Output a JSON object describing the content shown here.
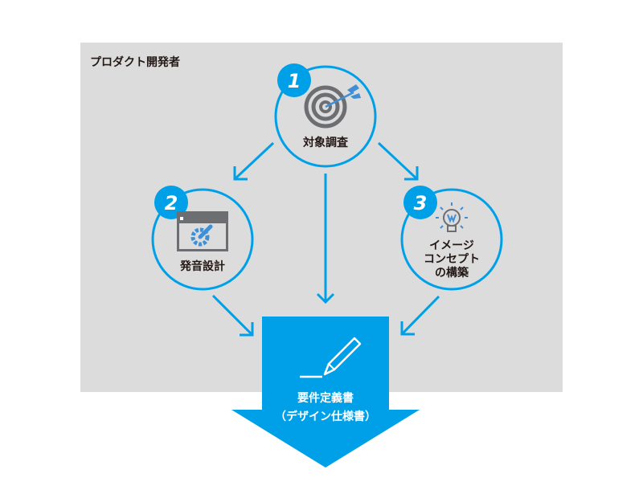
{
  "container_label": "プロダクト開発者",
  "steps": [
    {
      "number": "1",
      "label": "対象調査",
      "icon": "target-icon"
    },
    {
      "number": "2",
      "label": "発音設計",
      "icon": "window-gear-wrench-icon"
    },
    {
      "number": "3",
      "label_lines": [
        "イメージ",
        "コンセプト",
        "の構築"
      ],
      "icon": "lightbulb-icon"
    }
  ],
  "output": {
    "title": "要件定義書",
    "subtitle": "（デザイン仕様書）",
    "icon": "pencil-icon"
  },
  "colors": {
    "accent": "#00a0e9",
    "panel": "#dcdcdc",
    "text": "#231815",
    "icon_gray": "#6d6e71",
    "icon_blue": "#3e8fd6"
  }
}
